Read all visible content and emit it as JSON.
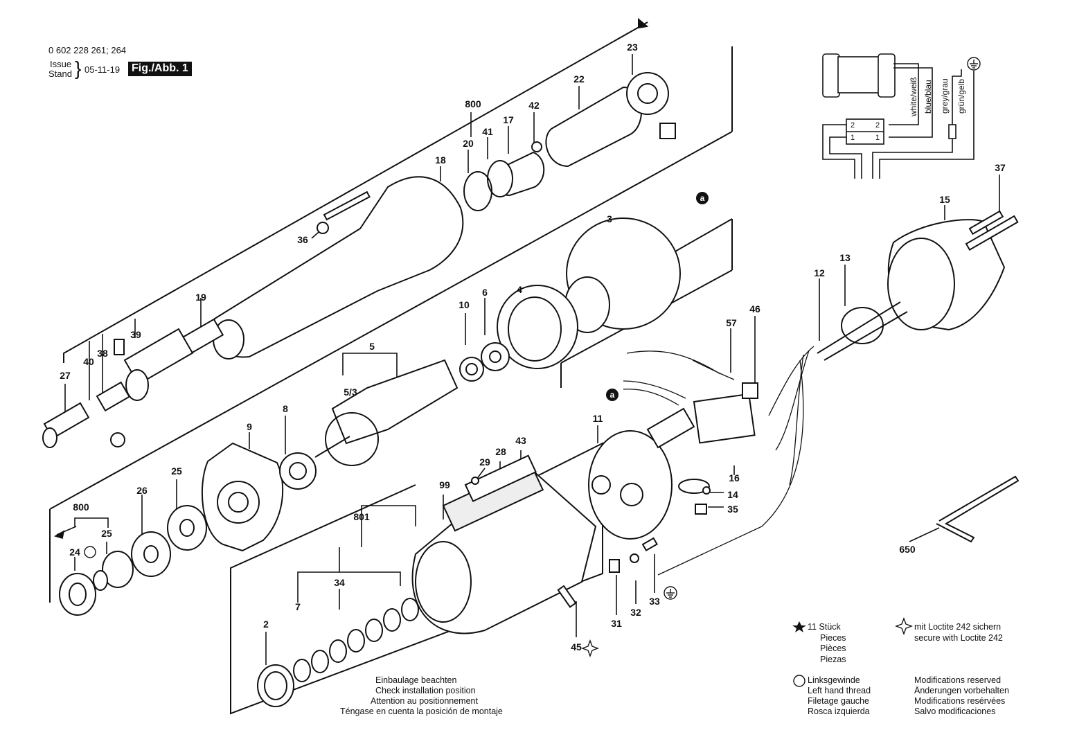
{
  "header": {
    "part_number": "0 602 228 261; 264",
    "issue_label": "Issue",
    "stand_label": "Stand",
    "date": "05-11-19",
    "figure": "Fig./Abb. 1"
  },
  "callouts": {
    "800a": "800",
    "23": "23",
    "22": "22",
    "42": "42",
    "17": "17",
    "41": "41",
    "20": "20",
    "18": "18",
    "36": "36",
    "3": "3",
    "4": "4",
    "6": "6",
    "10": "10",
    "5": "5",
    "53": "5/3",
    "19": "19",
    "39": "39",
    "38": "38",
    "40": "40",
    "27": "27",
    "37": "37",
    "15": "15",
    "13": "13",
    "12": "12",
    "46": "46",
    "57": "57",
    "11": "11",
    "16": "16",
    "14": "14",
    "35": "35",
    "9": "9",
    "8": "8",
    "25a": "25",
    "26": "26",
    "800b": "800",
    "25b": "25",
    "24": "24",
    "99": "99",
    "29": "29",
    "28": "28",
    "43": "43",
    "801": "801",
    "34": "34",
    "7": "7",
    "2": "2",
    "31": "31",
    "32": "32",
    "33": "33",
    "45": "45",
    "650": "650"
  },
  "wiring": {
    "white": "white/weiß",
    "blue": "blue/blau",
    "grey": "grey/grau",
    "green": "grün/gelb",
    "t2a": "2",
    "t2b": "2",
    "t1a": "1",
    "t1b": "1"
  },
  "markers": {
    "a_top": "a",
    "a_left": "a"
  },
  "legend": {
    "star_lines": [
      "11 Stück",
      "Pieces",
      "Pièces",
      "Piezas"
    ],
    "loctite_lines": [
      "mit Loctite 242 sichern",
      "secure with Loctite 242"
    ],
    "lefthand_lines": [
      "Linksgewinde",
      "Left hand thread",
      "Filetage gauche",
      "Rosca izquierda"
    ],
    "modifications_lines": [
      "Modifications reserved",
      "Änderungen vorbehalten",
      "Modifications resérvées",
      "Salvo modificaciones"
    ],
    "installation_lines": [
      "Einbaulage beachten",
      "Check installation position",
      "Attention au positionnement",
      "Téngase en cuenta la posición de montaje"
    ]
  }
}
